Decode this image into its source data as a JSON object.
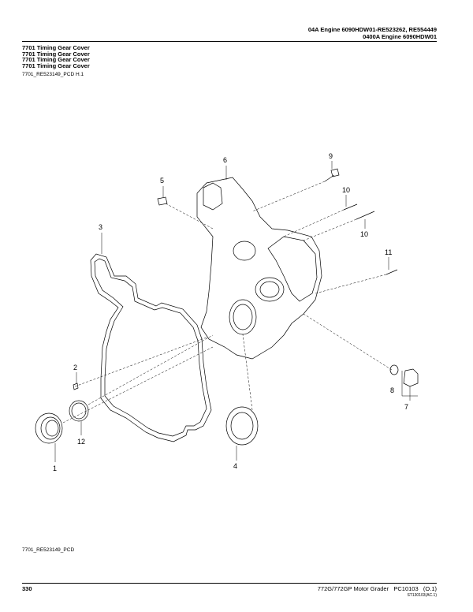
{
  "header": {
    "engine_line": "04A Engine 6090HDW01-RE523262, RE554449",
    "group_line": "0400A Engine 6090HDW01"
  },
  "titles": [
    "7701 Timing Gear Cover",
    "7701 Timing Gear Cover",
    "7701 Timing Gear Cover",
    "7701 Timing Gear Cover"
  ],
  "illustration_ref": "7701_RE523149_PCD H.1",
  "callouts": {
    "c1": "1",
    "c2": "2",
    "c3": "3",
    "c4": "4",
    "c5": "5",
    "c6": "6",
    "c7": "7",
    "c8": "8",
    "c9": "9",
    "c10a": "10",
    "c10b": "10",
    "c11": "11",
    "c12": "12"
  },
  "footer": {
    "illustration_ref": "7701_RE523149_PCD",
    "page_number": "330",
    "machine": "772G/772GP Motor Grader",
    "catalog": "PC10103",
    "revision": "(O.1)",
    "code": "ST130103(AC.1)"
  }
}
